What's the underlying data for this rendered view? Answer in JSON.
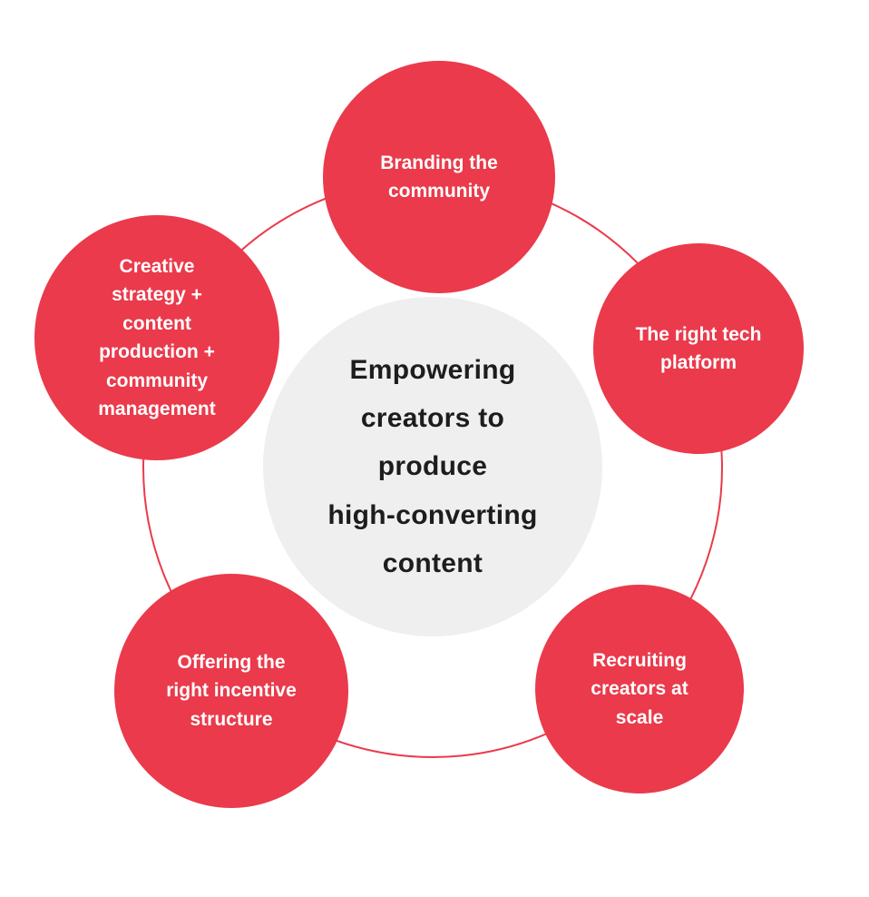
{
  "diagram": {
    "center": {
      "label": "Empowering\ncreators to\nproduce\nhigh-converting\ncontent"
    },
    "nodes": [
      {
        "id": "branding-community",
        "position": "top",
        "label": "Branding the\ncommunity"
      },
      {
        "id": "tech-platform",
        "position": "right-upper",
        "label": "The right tech\nplatform"
      },
      {
        "id": "recruiting-creators",
        "position": "right-lower",
        "label": "Recruiting\ncreators at\nscale"
      },
      {
        "id": "incentive-structure",
        "position": "left-lower",
        "label": "Offering the\nright incentive\nstructure"
      },
      {
        "id": "creative-strategy",
        "position": "left-upper",
        "label": "Creative\nstrategy +\ncontent\nproduction +\ncommunity\nmanagement"
      }
    ],
    "colors": {
      "node_fill": "#EA3A4B",
      "ring_stroke": "#EA3A4B",
      "center_fill": "#EFEFEF",
      "center_text": "#1D1D1D",
      "node_text": "#FFFFFF",
      "background": "#FFFFFF"
    }
  }
}
